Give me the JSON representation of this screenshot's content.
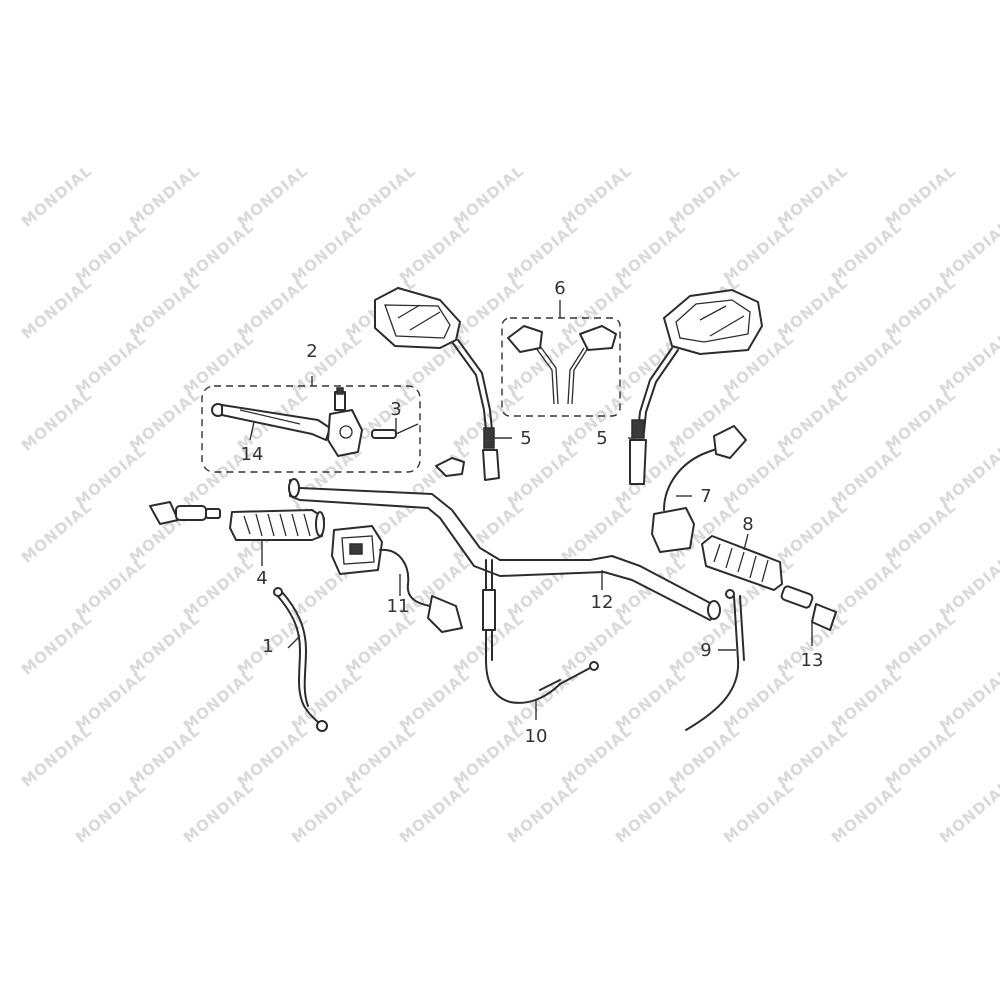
{
  "watermark": {
    "text": "MONDIAL"
  },
  "callouts": [
    "1",
    "2",
    "3",
    "4",
    "5",
    "5",
    "6",
    "7",
    "8",
    "9",
    "10",
    "11",
    "12",
    "13",
    "14"
  ]
}
